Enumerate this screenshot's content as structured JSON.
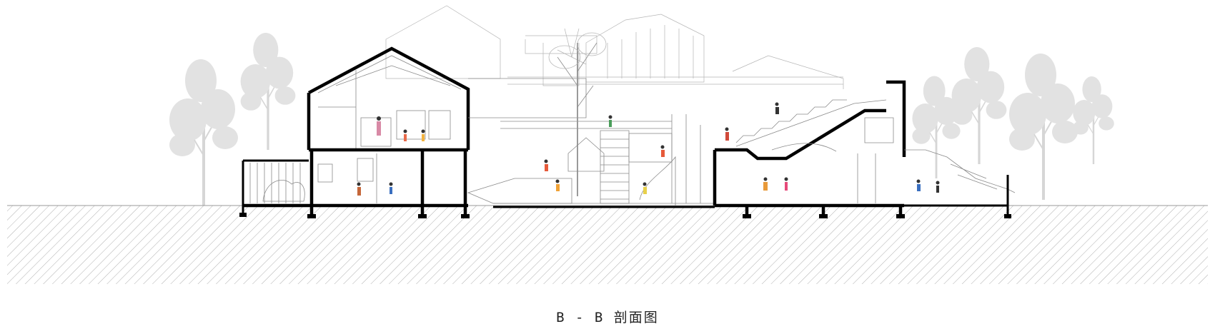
{
  "caption": "B - B 剖面图",
  "colors": {
    "cut_line": "#000000",
    "outline": "#8a8a8a",
    "trees": "#e2e2e2",
    "ground_hatch": "#b0b0b0"
  },
  "icons": [
    "tree-silhouette",
    "child-figure",
    "adult-figure"
  ]
}
